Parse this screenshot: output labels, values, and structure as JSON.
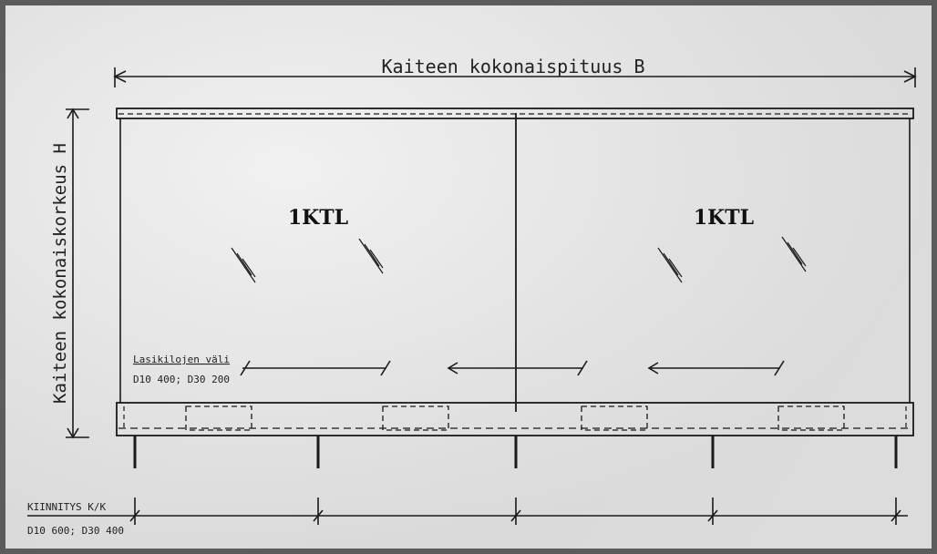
{
  "drawing": {
    "total_length_label": "Kaiteen kokonaispituus B",
    "total_height_label": "Kaiteen kokonaiskorkeus H",
    "panel_left_label": "1KTL",
    "panel_right_label": "1KTL",
    "glass_gap_title": "Lasikilojen väli",
    "glass_gap_values": "D10 400; D30 200",
    "fixing_title": "KIINNITYS K/K",
    "fixing_values": "D10 600; D30 400"
  },
  "colors": {
    "line": "#1a1a1a",
    "background": "#e8e8e8"
  }
}
